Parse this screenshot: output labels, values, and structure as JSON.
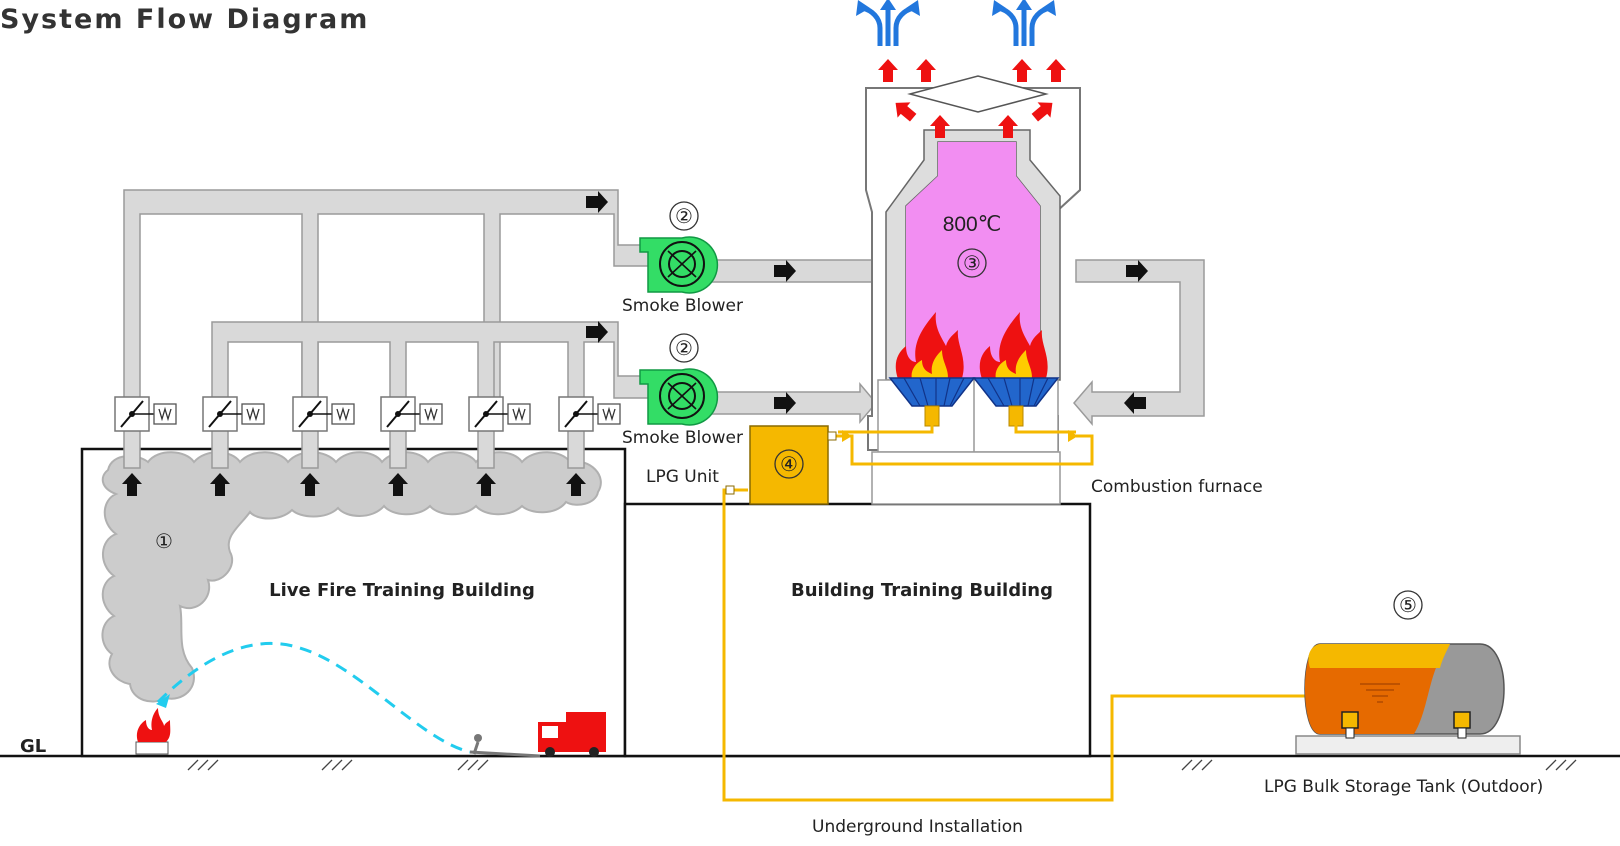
{
  "title": "System Flow Diagram",
  "labels": {
    "smoke_blower_1": "Smoke Blower",
    "smoke_blower_2": "Smoke Blower",
    "lpg_unit": "LPG Unit",
    "combustion_furnace": "Combustion furnace",
    "live_fire_building": "Live Fire Training Building",
    "building_training_building": "Building Training Building",
    "lpg_tank": "LPG Bulk Storage Tank (Outdoor)",
    "underground": "Underground Installation",
    "gl": "GL",
    "temperature": "800℃"
  },
  "markers": {
    "m1": "①",
    "m2a": "②",
    "m2b": "②",
    "m3": "③",
    "m4": "④",
    "m5": "⑤"
  },
  "colors": {
    "duct": "#d9d9d9",
    "duct_edge": "#9a9a9a",
    "smoke": "#cccccc",
    "furnace": "#f28ef2",
    "blower": "#33dd66",
    "lpg_pipe": "#f5b800",
    "flame": "#ee1111",
    "exhaust_arrow": "#2277dd",
    "water_jet": "#22ccee"
  }
}
